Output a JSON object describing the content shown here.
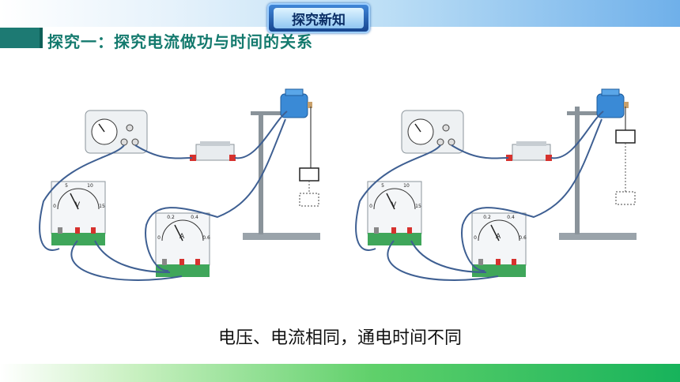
{
  "header": {
    "badge_label": "探究新知"
  },
  "section": {
    "title": "探究一：探究电流做功与时间的关系"
  },
  "caption": "电压、电流相同，通电时间不同",
  "diagrams": [
    {
      "voltmeter_unit": "V",
      "voltmeter_ticks": [
        "0",
        "5",
        "10",
        "15"
      ],
      "ammeter_unit": "A",
      "ammeter_ticks": [
        "0",
        "0.2",
        "0.4",
        "0.6"
      ]
    },
    {
      "voltmeter_unit": "V",
      "voltmeter_ticks": [
        "0",
        "5",
        "10",
        "15"
      ],
      "ammeter_unit": "A",
      "ammeter_ticks": [
        "0",
        "0.2",
        "0.4",
        "0.6"
      ]
    }
  ]
}
